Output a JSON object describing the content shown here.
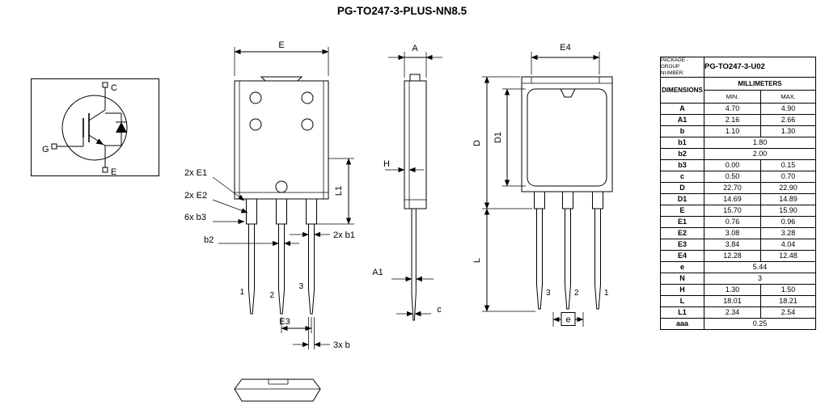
{
  "title": "PG-TO247-3-PLUS-NN8.5",
  "views": {
    "symbol": {
      "collector": "C",
      "gate": "G",
      "emitter": "E"
    },
    "front": {
      "dim_E": "E",
      "dim_L1": "L1",
      "dim_E1": "2x E1",
      "dim_E2": "2x E2",
      "dim_b3": "6x b3",
      "dim_b2": "b2",
      "dim_b1": "2x b1",
      "dim_E3": "E3",
      "dim_b": "3x b",
      "pin1": "1",
      "pin2": "2",
      "pin3": "3"
    },
    "side": {
      "dim_A": "A",
      "dim_H": "H",
      "dim_A1": "A1",
      "dim_c": "c"
    },
    "back": {
      "dim_E4": "E4",
      "dim_D": "D",
      "dim_D1": "D1",
      "dim_L": "L",
      "dim_e": "e",
      "pin1": "1",
      "pin2": "2",
      "pin3": "3"
    }
  },
  "table": {
    "package_group_label": "PACKAGE - GROUP NUMBER:",
    "package_group_value": "PG-TO247-3-U02",
    "dimensions_label": "DIMENSIONS",
    "millimeters_label": "MILLIMETERS",
    "min_label": "MIN.",
    "max_label": "MAX.",
    "rows": [
      {
        "dim": "A",
        "min": "4.70",
        "max": "4.90"
      },
      {
        "dim": "A1",
        "min": "2.16",
        "max": "2.66"
      },
      {
        "dim": "b",
        "min": "1.10",
        "max": "1.30"
      },
      {
        "dim": "b1",
        "span": "1.80"
      },
      {
        "dim": "b2",
        "span": "2.00"
      },
      {
        "dim": "b3",
        "min": "0.00",
        "max": "0.15"
      },
      {
        "dim": "c",
        "min": "0.50",
        "max": "0.70"
      },
      {
        "dim": "D",
        "min": "22.70",
        "max": "22.90"
      },
      {
        "dim": "D1",
        "min": "14.69",
        "max": "14.89"
      },
      {
        "dim": "E",
        "min": "15.70",
        "max": "15.90"
      },
      {
        "dim": "E1",
        "min": "0.76",
        "max": "0.96"
      },
      {
        "dim": "E2",
        "min": "3.08",
        "max": "3.28"
      },
      {
        "dim": "E3",
        "min": "3.84",
        "max": "4.04"
      },
      {
        "dim": "E4",
        "min": "12.28",
        "max": "12.48"
      },
      {
        "dim": "e",
        "span": "5.44"
      },
      {
        "dim": "N",
        "span": "3"
      },
      {
        "dim": "H",
        "min": "1.30",
        "max": "1.50"
      },
      {
        "dim": "L",
        "min": "18.01",
        "max": "18.21"
      },
      {
        "dim": "L1",
        "min": "2.34",
        "max": "2.54"
      },
      {
        "dim": "aaa",
        "span": "0.25"
      }
    ]
  }
}
